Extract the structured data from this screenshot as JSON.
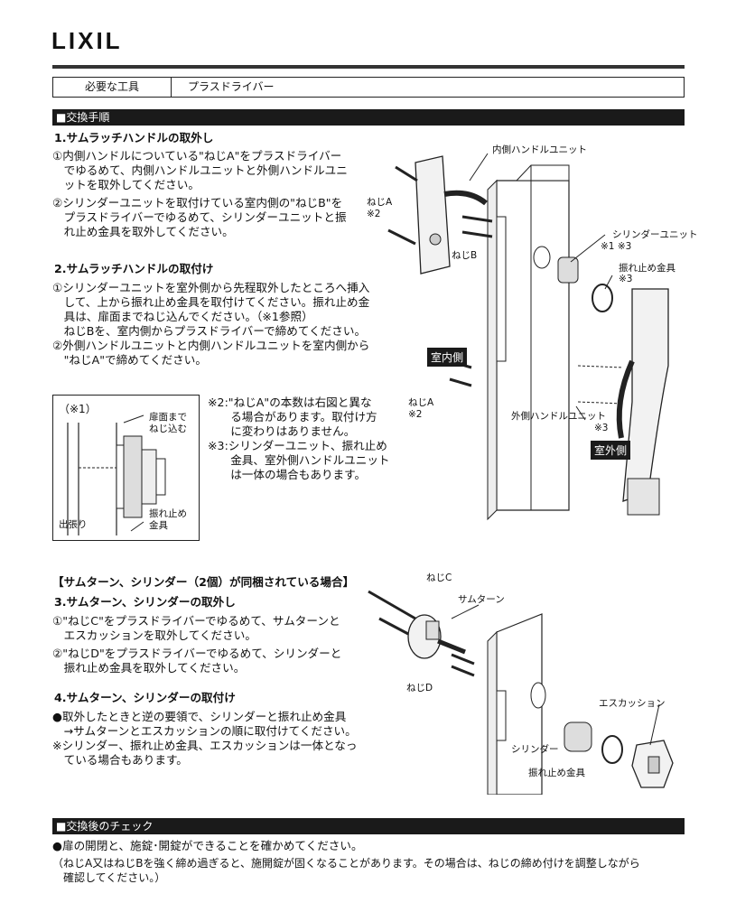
{
  "brand": {
    "logo": "LIXIL"
  },
  "tools_table": {
    "label": "必要な工具",
    "value": "プラスドライバー"
  },
  "section1": {
    "header": "■交換手順",
    "step1": {
      "title": "1.サムラッチハンドルの取外し",
      "lines": [
        "①内側ハンドルについている\"ねじA\"をプラスドライバー",
        "　でゆるめて、内側ハンドルユニットと外側ハンドルユニ",
        "　ットを取外してください。",
        "②シリンダーユニットを取付けている室内側の\"ねじB\"を",
        "　プラスドライバーでゆるめて、シリンダーユニットと振",
        "　れ止め金具を取外してください。"
      ]
    },
    "step2": {
      "title": "2.サムラッチハンドルの取付け",
      "lines": [
        "①シリンダーユニットを室外側から先程取外したところへ挿入",
        "　して、上から振れ止め金具を取付けてください。振れ止め金",
        "　具は、扉面までねじ込んでください。（※1参照）",
        "　ねじBを、室内側からプラスドライバーで締めてください。",
        "②外側ハンドルユニットと内側ハンドルユニットを室内側から",
        "　\"ねじA\"で締めてください。"
      ]
    },
    "note_box": {
      "title": "（※1）",
      "label_face": "扉面まで\nねじ込む",
      "label_protrusion": "出張り",
      "label_bracket": "振れ止め\n金具"
    },
    "notes": [
      "※2:\"ねじA\"の本数は右図と異な",
      "　　る場合があります。取付け方",
      "　　に変わりはありません。",
      "※3:シリンダーユニット、振れ止め",
      "　　金具、室外側ハンドルユニット",
      "　　は一体の場合もあります。"
    ],
    "diagram1": {
      "inner_handle_unit": "内側ハンドルユニット",
      "screw_a": "ねじA",
      "note2": "※2",
      "screw_b": "ねじB",
      "cylinder_unit": "シリンダーユニット",
      "cylinder_note": "※1 ※3",
      "bracket": "振れ止め金具",
      "bracket_note": "※3",
      "indoor": "室内側",
      "outer_handle_unit": "外側ハンドルユニット",
      "outer_note": "※3",
      "outdoor": "室外側"
    }
  },
  "section2": {
    "subheader": "【サムターン、シリンダー（2個）が同梱されている場合】",
    "step3": {
      "title": "3.サムターン、シリンダーの取外し",
      "lines": [
        "①\"ねじC\"をプラスドライバーでゆるめて、サムターンと",
        "　エスカッションを取外してください。",
        "②\"ねじD\"をプラスドライバーでゆるめて、シリンダーと",
        "　振れ止め金具を取外してください。"
      ]
    },
    "step4": {
      "title": "4.サムターン、シリンダーの取付け",
      "lines": [
        "●取外したときと逆の要領で、シリンダーと振れ止め金具",
        "　→サムターンとエスカッションの順に取付けてください。",
        "※シリンダー、振れ止め金具、エスカッションは一体となっ",
        "　ている場合もあります。"
      ]
    },
    "diagram2": {
      "screw_c": "ねじC",
      "thumbturn": "サムターン",
      "screw_d": "ねじD",
      "escutcheon": "エスカッション",
      "cylinder": "シリンダー",
      "bracket": "振れ止め金具"
    }
  },
  "section3": {
    "header": "■交換後のチェック",
    "lines": [
      "●扉の開閉と、施錠･開錠ができることを確かめてください。",
      "（ねじA又はねじBを強く締め過ぎると、施開錠が固くなることがあります。その場合は、ねじの締め付けを調整しながら",
      "確認してください。）"
    ]
  }
}
